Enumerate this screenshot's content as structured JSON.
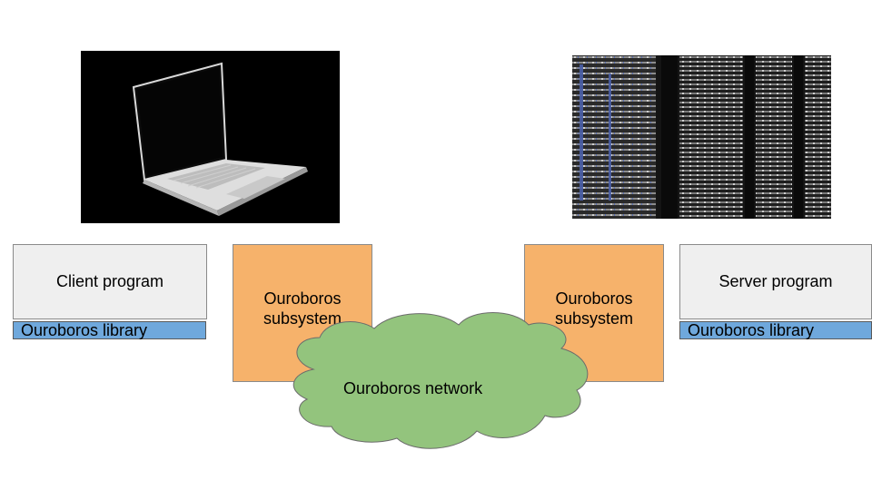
{
  "client": {
    "program_label": "Client program",
    "library_label": "Ouroboros library",
    "device_image": "laptop-photo"
  },
  "server": {
    "program_label": "Server program",
    "library_label": "Ouroboros library",
    "device_image": "server-rack-photo"
  },
  "subsystems": {
    "left_label": "Ouroboros\nsubsystem",
    "right_label": "Ouroboros\nsubsystem"
  },
  "network": {
    "label": "Ouroboros network"
  },
  "colors": {
    "program_box": "#efefef",
    "library_bar": "#6fa8dc",
    "subsystem_box": "#f6b26b",
    "network_cloud": "#93c47d"
  }
}
